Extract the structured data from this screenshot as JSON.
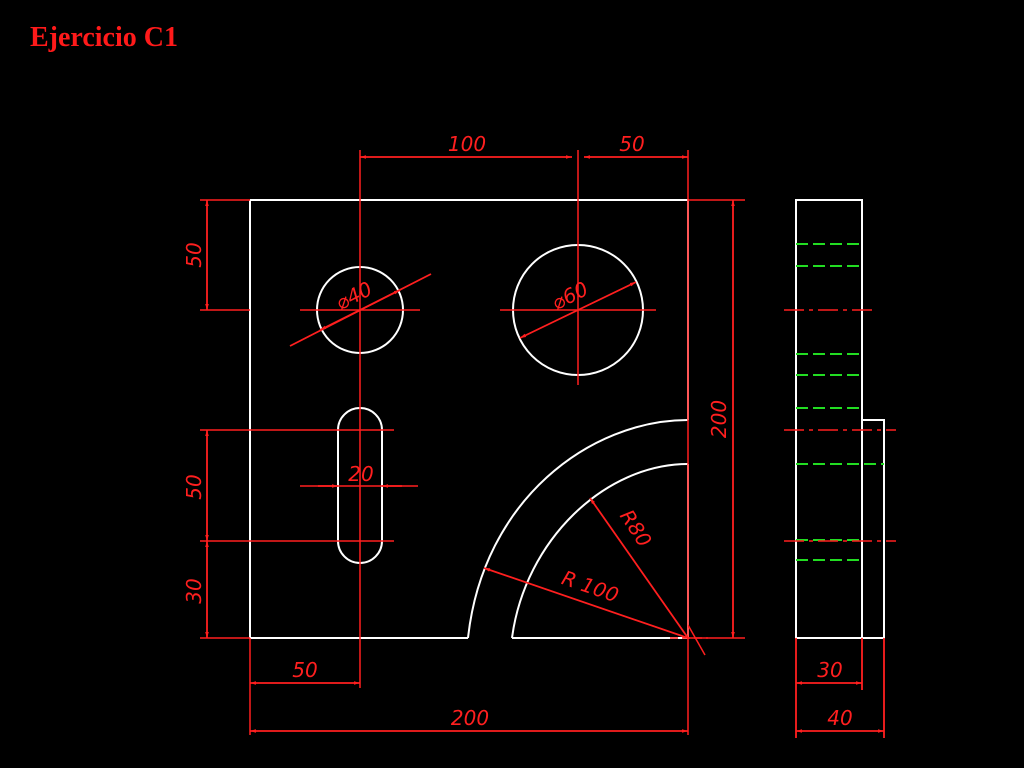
{
  "title": "Ejercicio C1",
  "colors": {
    "background": "#000000",
    "title": "#ff1a1a",
    "part_outline": "#ffffff",
    "dimension": "#ff1f1f",
    "hidden_line": "#22dd22"
  },
  "dimensions": {
    "top_100": "100",
    "top_50": "50",
    "left_50_top": "50",
    "left_50_mid": "50",
    "left_30": "30",
    "right_200": "200",
    "bottom_50": "50",
    "bottom_200": "200",
    "hole_d40": "⌀40",
    "hole_d60": "⌀60",
    "slot_20": "20",
    "radius_80": "R80",
    "radius_100": "R 100",
    "side_30": "30",
    "side_40": "40"
  }
}
